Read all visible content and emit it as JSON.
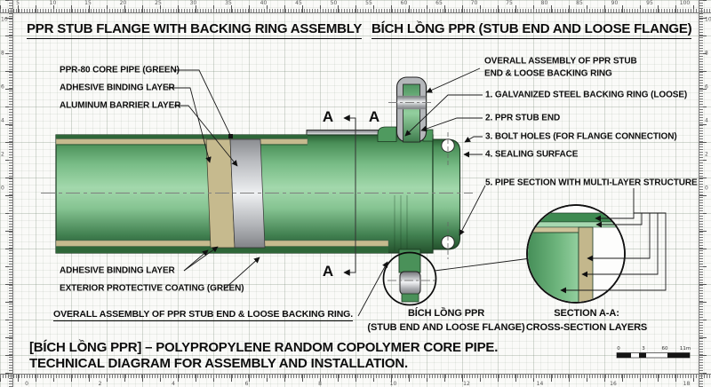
{
  "titles": {
    "left": "PPR STUB FLANGE WITH BACKING RING ASSEMBLY",
    "right": "BÍCH LỒNG PPR (STUB END AND LOOSE FLANGE)"
  },
  "callouts_left": {
    "core": "PPR-80 CORE PIPE (GREEN)",
    "adhesive_top": "ADHESIVE BINDING LAYER",
    "aluminum": "ALUMINUM BARRIER LAYER",
    "adhesive_bottom": "ADHESIVE BINDING LAYER",
    "exterior": "EXTERIOR PROTECTIVE COATING (GREEN)",
    "overall_bottom": "OVERALL ASSEMBLY OF PPR STUB END & LOOSE BACKING RING."
  },
  "callouts_right": {
    "overall_line1": "OVERALL ASSEMBLY OF PPR STUB",
    "overall_line2": "END & LOOSE BACKING RING",
    "item1": "1. GALVANIZED STEEL BACKING RING (LOOSE)",
    "item2": "2. PPR STUB END",
    "item3": "3. BOLT HOLES (FOR FLANGE CONNECTION)",
    "item4": "4. SEALING SURFACE",
    "item5": "5. PIPE SECTION WITH MULTI-LAYER STRUCTURE"
  },
  "captions": {
    "detail_line1": "BÍCH LỒNG PPR",
    "detail_line2": "(STUB END AND LOOSE FLANGE)",
    "section_line1": "SECTION A-A:",
    "section_line2": "CROSS-SECTION LAYERS"
  },
  "footer": {
    "line1": "[BÍCH LỒNG PPR] – POLYPROPYLENE RANDOM COPOLYMER CORE PIPE.",
    "line2": "TECHNICAL DIAGRAM FOR ASSEMBLY AND INSTALLATION."
  },
  "section_marker": {
    "letter": "A"
  },
  "scalebar": {
    "labels": [
      "0",
      "3",
      "60",
      "11m"
    ]
  },
  "rulers": {
    "top": [
      "5",
      "10",
      "15",
      "20",
      "25",
      "30",
      "35",
      "40",
      "45",
      "50",
      "55",
      "60",
      "65",
      "70",
      "75",
      "80",
      "85",
      "90",
      "95",
      "100"
    ],
    "bottom": [
      "0",
      "2",
      "4",
      "6",
      "8",
      "10",
      "12",
      "14",
      "16",
      "18"
    ],
    "left": [
      "10",
      "8",
      "6",
      "4",
      "2",
      "0"
    ],
    "right": [
      "10",
      "8",
      "6",
      "4",
      "2",
      "0"
    ]
  },
  "colors": {
    "pipe_green": "#57a368",
    "pipe_green_dark": "#2e6638",
    "layer_tan": "#c6ba8e",
    "layer_silver": "#d6d8db",
    "ring_gray": "#b4b7ba",
    "paper": "#fafaf8",
    "line": "#111111"
  }
}
